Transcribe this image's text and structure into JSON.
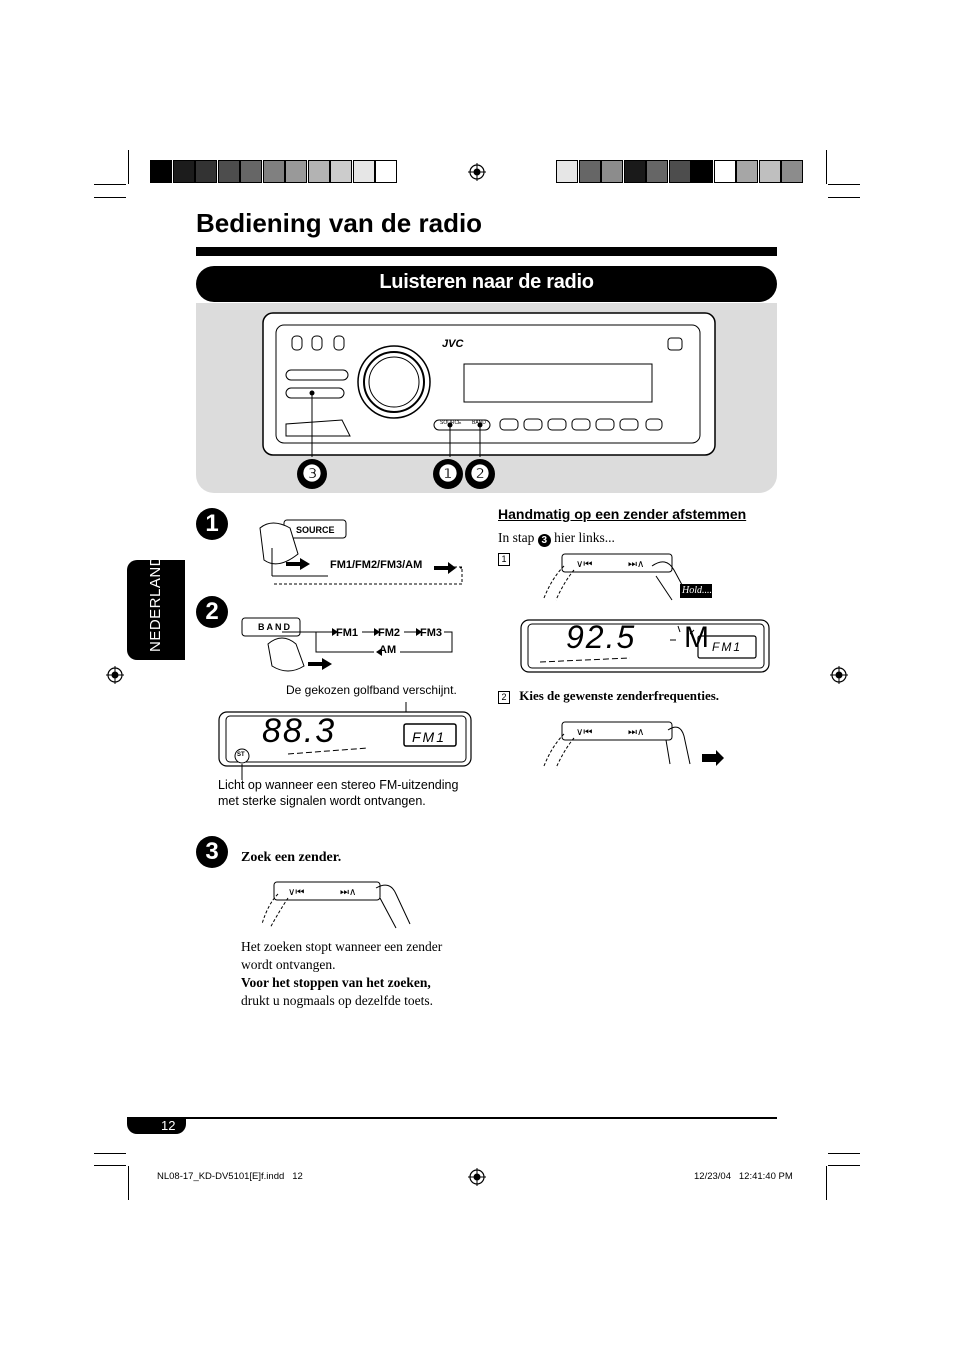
{
  "header": {
    "page_title": "Bediening van de radio",
    "section_title": "Luisteren naar de radio"
  },
  "side_tab": {
    "label": "NEDERLANDS"
  },
  "radio_front": {
    "brand": "JVC",
    "source_label": "SOURCE",
    "band_label": "BAND",
    "callouts": [
      "❸",
      "❶",
      "❷"
    ]
  },
  "step1": {
    "number": "1",
    "button_label": "SOURCE",
    "sequence": "FM1/FM2/FM3/AM"
  },
  "step2": {
    "number": "2",
    "button_label": "BAND",
    "bands": [
      "FM1",
      "FM2",
      "FM3",
      "AM"
    ],
    "caption_band": "De gekozen golfband verschijnt.",
    "display_freq": "88.3",
    "display_band": "FM1",
    "stereo_indicator": "ST",
    "caption_stereo": "Licht op wanneer een stereo FM-uitzending met sterke signalen wordt ontvangen."
  },
  "step3": {
    "number": "3",
    "heading": "Zoek een zender.",
    "note_line1": "Het zoeken stopt wanneer een zender wordt ontvangen.",
    "note_bold": "Voor het stoppen van het zoeken,",
    "note_line3": "drukt u nogmaals op dezelfde toets."
  },
  "manual": {
    "heading": "Handmatig op een zender afstemmen",
    "intro_prefix": "In stap",
    "intro_step": "3",
    "intro_suffix": "hier links...",
    "substep1_num": "1",
    "hold_label": "Hold....",
    "display_freq": "92.5",
    "display_mode": "M",
    "display_band": "FM1",
    "substep2_num": "2",
    "substep2_text": "Kies de gewenste zenderfrequenties."
  },
  "footer": {
    "page_number": "12",
    "file_name": "NL08-17_KD-DV5101[E]f.indd   12",
    "timestamp": "12/23/04   12:41:40 PM"
  },
  "colors": {
    "panel_gray": "#dcdcdc",
    "swatches_left": [
      "#000000",
      "#1c1c1c",
      "#333333",
      "#4d4d4d",
      "#666666",
      "#808080",
      "#999999",
      "#b3b3b3",
      "#cccccc",
      "#e6e6e6",
      "#ffffff"
    ],
    "swatches_right": [
      "#e6e6e6",
      "#666666",
      "#8c8c8c",
      "#1a1a1a",
      "#666666",
      "#4d4d4d",
      "#000000",
      "#ffffff",
      "#a6a6a6",
      "#bfbfbf",
      "#8c8c8c"
    ]
  }
}
